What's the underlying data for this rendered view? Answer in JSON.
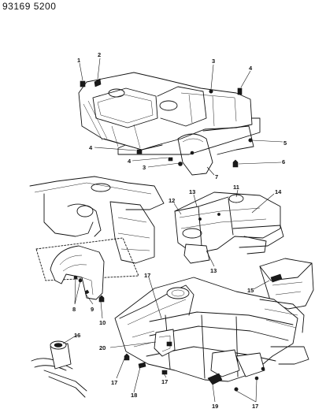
{
  "header": {
    "catalog_number": "93169 5200"
  },
  "callouts": [
    {
      "id": "c1",
      "text": "1"
    },
    {
      "id": "c2",
      "text": "2"
    },
    {
      "id": "c3a",
      "text": "3"
    },
    {
      "id": "c4a",
      "text": "4"
    },
    {
      "id": "c4b",
      "text": "4"
    },
    {
      "id": "c4c",
      "text": "4"
    },
    {
      "id": "c5",
      "text": "5"
    },
    {
      "id": "c3b",
      "text": "3"
    },
    {
      "id": "c6",
      "text": "6"
    },
    {
      "id": "c7",
      "text": "7"
    },
    {
      "id": "c11",
      "text": "11"
    },
    {
      "id": "c13a",
      "text": "13"
    },
    {
      "id": "c12",
      "text": "12"
    },
    {
      "id": "c14",
      "text": "14"
    },
    {
      "id": "c13b",
      "text": "13"
    },
    {
      "id": "c15",
      "text": "15"
    },
    {
      "id": "c8",
      "text": "8"
    },
    {
      "id": "c9",
      "text": "9"
    },
    {
      "id": "c10",
      "text": "10"
    },
    {
      "id": "c17a",
      "text": "17"
    },
    {
      "id": "c16",
      "text": "16"
    },
    {
      "id": "c20",
      "text": "20"
    },
    {
      "id": "c17b",
      "text": "17"
    },
    {
      "id": "c18",
      "text": "18"
    },
    {
      "id": "c17c",
      "text": "17"
    },
    {
      "id": "c19",
      "text": "19"
    },
    {
      "id": "c17d",
      "text": "17"
    }
  ]
}
